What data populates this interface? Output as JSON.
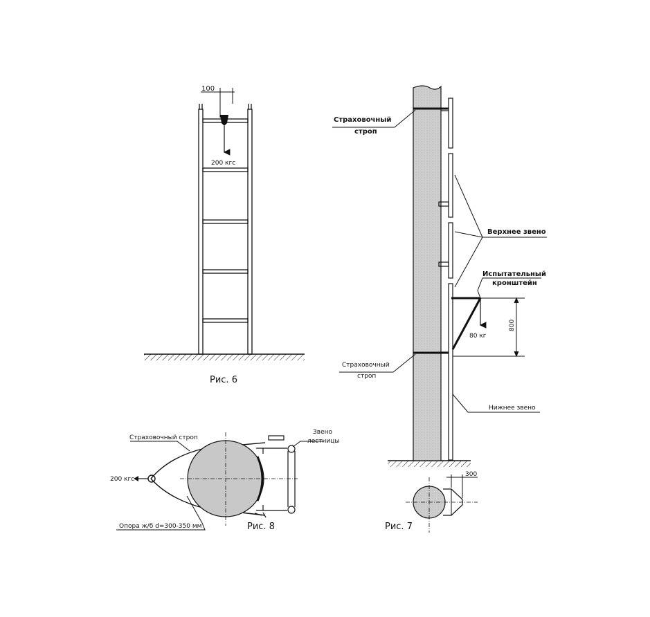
{
  "fig6": {
    "caption": "Рис. 6",
    "dim_top": "100",
    "load": "200 кгс"
  },
  "fig7": {
    "caption": "Рис. 7",
    "sling_top_line1": "Страховочный",
    "sling_top_line2": "строп",
    "upper_link": "Верхнее звено",
    "bracket_line1": "Испытательный",
    "bracket_line2": "кронштейн",
    "load": "80 кг",
    "dim_height": "800",
    "sling_bottom_line1": "Страховочный",
    "sling_bottom_line2": "строп",
    "lower_link": "Нижнее звено",
    "dim_plan": "300"
  },
  "fig8": {
    "caption": "Рис. 8",
    "sling": "Страховочный строп",
    "ladder_link_line1": "Звено",
    "ladder_link_line2": "лестницы",
    "load": "200 кгс",
    "support": "Опора ж/б d=300-350 мм"
  },
  "colors": {
    "line": "#111111",
    "pole_fill": "#c8c8c8",
    "pole_dots": "#b0b0b0"
  }
}
